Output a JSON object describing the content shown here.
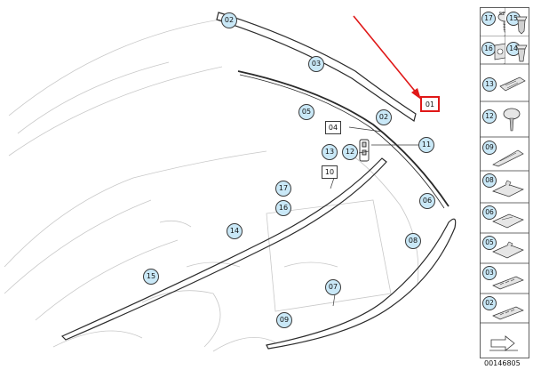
{
  "diagram": {
    "callouts": [
      "02",
      "03",
      "05",
      "04",
      "02",
      "13",
      "12",
      "11",
      "10",
      "17",
      "16",
      "06",
      "14",
      "08",
      "15",
      "07",
      "09"
    ],
    "highlight_tag": "01",
    "leader_tags": {
      "a": "04",
      "b": "11",
      "c": "10",
      "d": "07"
    }
  },
  "legend": {
    "items": [
      {
        "label": "17",
        "icon": "screw-icon",
        "badge": "S2"
      },
      {
        "label": "15",
        "icon": "expanding-rivet-icon"
      },
      {
        "label": "16",
        "icon": "clip-nut-icon"
      },
      {
        "label": "14",
        "icon": "expanding-nut-icon"
      },
      {
        "label": "13",
        "icon": "bracket-clip-icon"
      },
      {
        "label": "12",
        "icon": "hex-screw-icon"
      },
      {
        "label": "09",
        "icon": "moulding-clip-icon"
      },
      {
        "label": "08",
        "icon": "mounting-clip-icon"
      },
      {
        "label": "06",
        "icon": "mounting-clip-icon"
      },
      {
        "label": "05",
        "icon": "mounting-clip-icon"
      },
      {
        "label": "03",
        "icon": "rail-clip-icon"
      },
      {
        "label": "02",
        "icon": "rail-clip-icon"
      },
      {
        "label": "",
        "icon": "arrow-icon"
      }
    ]
  },
  "image_number": "00146805",
  "colors": {
    "callout_fill": "#c9e8f7",
    "highlight": "#e01818",
    "line": "#3a3a3a"
  }
}
